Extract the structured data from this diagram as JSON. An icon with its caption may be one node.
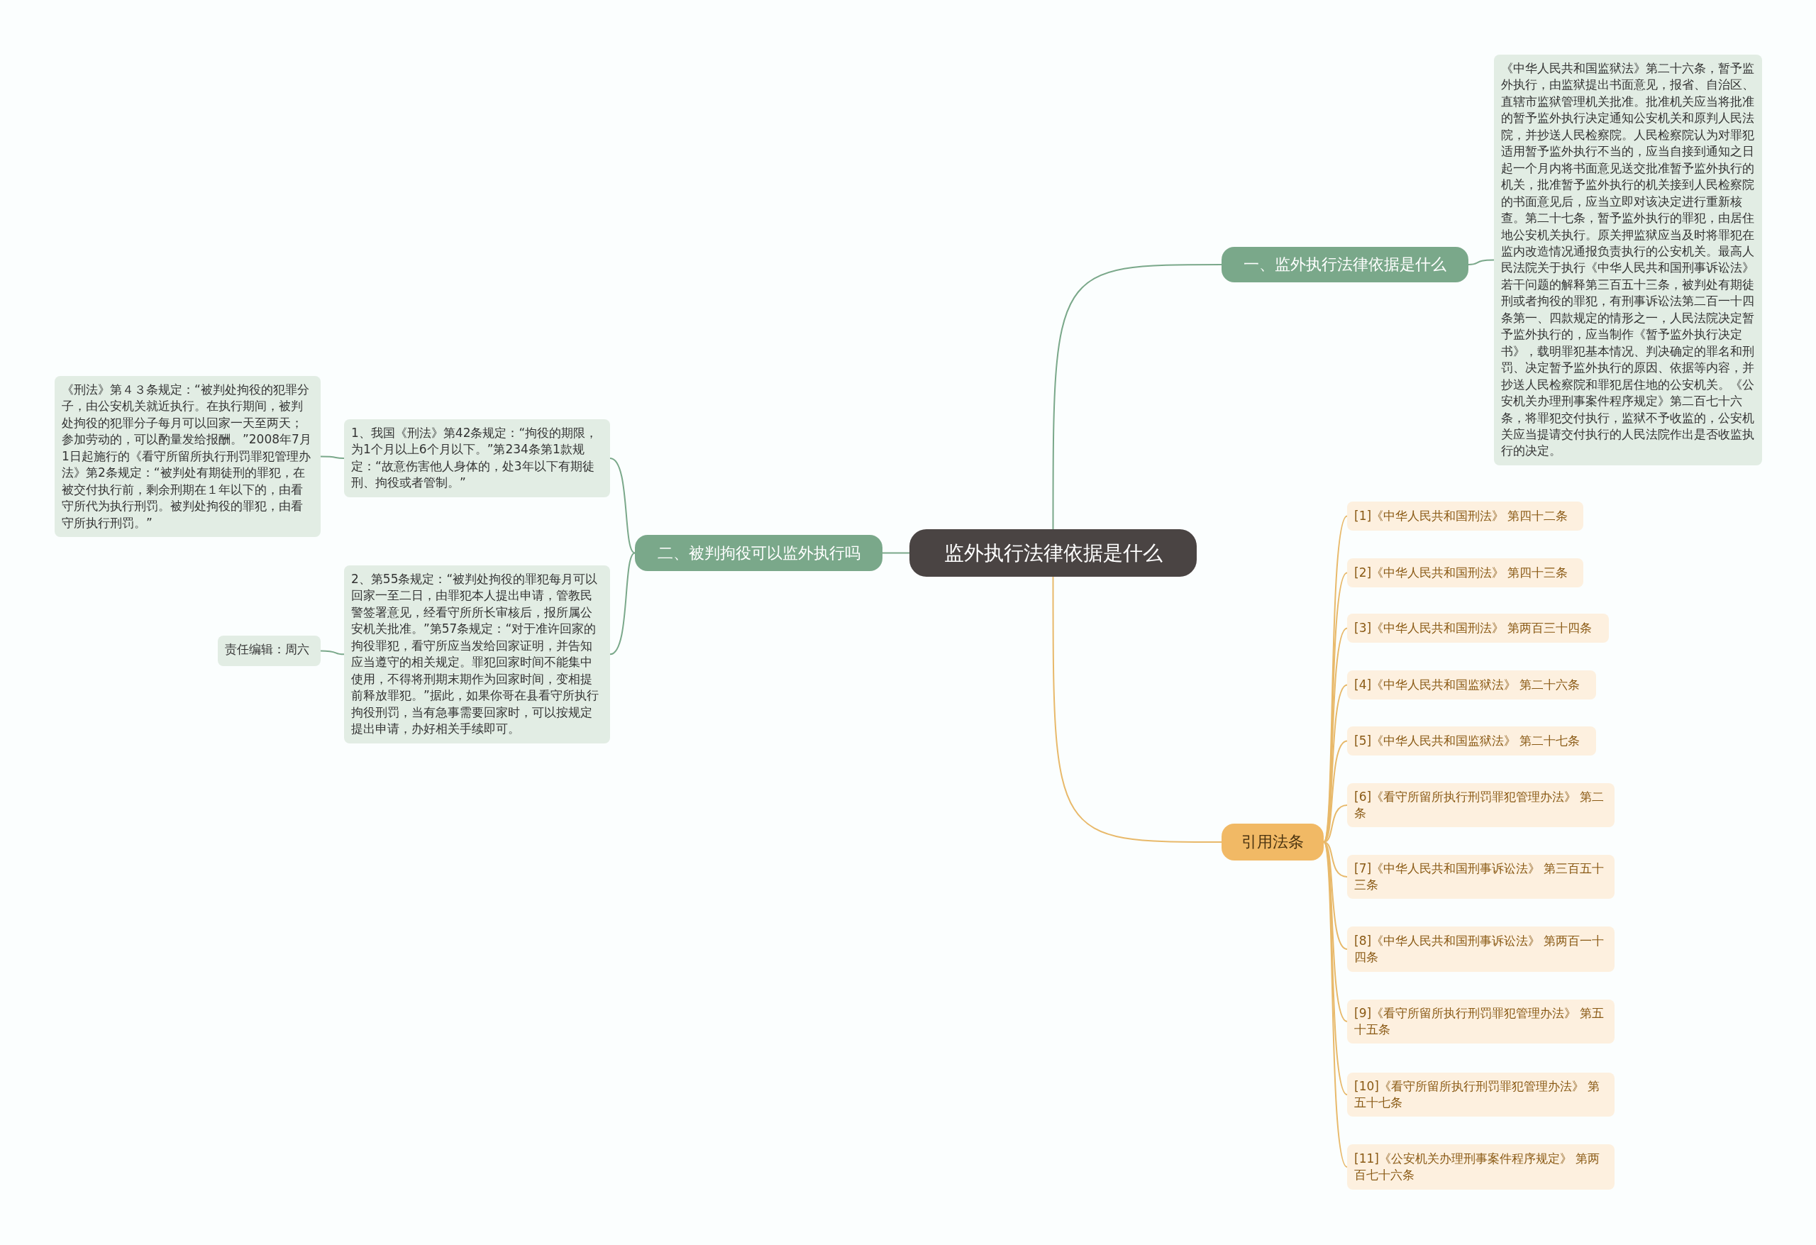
{
  "diagram": {
    "nodes": [
      {
        "text": [
          "监外执行法律依据是什么"
        ]
      },
      {
        "text": [
          "一、监外执行法律依据是什么"
        ]
      },
      {
        "text": [
          "《中华人民共和国监狱法》第二十六条，暂予监外执行，由监狱提出书面意见，报省、自治区、直辖市监狱管理机关批准。批准机关应当将批准的暂予监外执行决定通知公安机关和原判人民法院，并抄送人民检察院。人民检察院认为对罪犯适用暂予监外执行不当的，应当自接到通知之日起一个月内将书面意见送交批准暂予监外执行的机关，批准暂予监外执行的机关接到人民检察院的书面意见后，应当立即对该决定进行重新核查。第二十七条，暂予监外执行的罪犯，由居住地公安机关执行。原关押监狱应当及时将罪犯在监内改造情况通报负责执行的公安机关。最高人民法院关于执行《中华人民共和国刑事诉讼法》若干问题的解释第三百五十三条，被判处有期徒刑或者拘役的罪犯，有刑事诉讼法第二百一十四条第一、四款规定的情形之一，人民法院决定暂予监外执行的，应当制作《暂予监外执行决定书》，载明罪犯基本情况、判决确定的罪名和刑罚、决定暂予监外执行的原因、依据等内容，并抄送人民检察院和罪犯居住地的公安机关。《公安机关办理刑事案件程序规定》第二百七十六条，将罪犯交付执行，监狱不予收监的，公安机关应当提请交付执行的人民法院作出是否收监执行的决定。"
        ]
      },
      {
        "text": [
          "二、被判拘役可以监外执行吗"
        ]
      },
      {
        "text": [
          "1、我国《刑法》第42条规定：“拘役的期限，为1个月以上6个月以下。”第234条第1款规定：“故意伤害他人身体的，处3年以下有期徒刑、拘役或者管制。”"
        ]
      },
      {
        "text": [
          "《刑法》第４３条规定：“被判处拘役的犯罪分子，由公安机关就近执行。在执行期间，被判处拘役的犯罪分子每月可以回家一天至两天；参加劳动的，可以酌量发给报酬。”2008年7月1日起施行的《看守所留所执行刑罚罪犯管理办法》第2条规定：“被判处有期徒刑的罪犯，在被交付执行前，剩余刑期在１年以下的，由看守所代为执行刑罚。被判处拘役的罪犯，由看守所执行刑罚。”"
        ]
      },
      {
        "text": [
          "2、第55条规定：“被判处拘役的罪犯每月可以回家一至二日，由罪犯本人提出申请，管教民警签署意见，经看守所所长审核后，报所属公安机关批准。”第57条规定：“对于准许回家的拘役罪犯，看守所应当发给回家证明，并告知应当遵守的相关规定。罪犯回家时间不能集中使用，不得将刑期末期作为回家时间，变相提前释放罪犯。”据此，如果你哥在县看守所执行拘役刑罚，当有急事需要回家时，可以按规定提出申请，办好相关手续即可。"
        ]
      },
      {
        "text": [
          "责任编辑：周六"
        ]
      },
      {
        "text": [
          "引用法条"
        ]
      },
      {
        "text": [
          "[1]《中华人民共和国刑法》 第四十二条"
        ]
      },
      {
        "text": [
          "[2]《中华人民共和国刑法》 第四十三条"
        ]
      },
      {
        "text": [
          "[3]《中华人民共和国刑法》 第两百三十四条"
        ]
      },
      {
        "text": [
          "[4]《中华人民共和国监狱法》 第二十六条"
        ]
      },
      {
        "text": [
          "[5]《中华人民共和国监狱法》 第二十七条"
        ]
      },
      {
        "text": [
          "[6]《看守所留所执行刑罚罪犯管理办法》 第二条"
        ]
      },
      {
        "text": [
          "[7]《中华人民共和国刑事诉讼法》 第三百五十三条"
        ]
      },
      {
        "text": [
          "[8]《中华人民共和国刑事诉讼法》 第两百一十四条"
        ]
      },
      {
        "text": [
          "[9]《看守所留所执行刑罚罪犯管理办法》 第五十五条"
        ]
      },
      {
        "text": [
          "[10]《看守所留所执行刑罚罪犯管理办法》 第五十七条"
        ]
      },
      {
        "text": [
          "[11]《公安机关办理刑事案件程序规定》 第两百七十六条"
        ]
      }
    ],
    "edges": [
      {
        "from": 0,
        "to": 1,
        "arrow": "none",
        "color": "#7aa88a"
      },
      {
        "from": 1,
        "to": 2,
        "arrow": "none",
        "color": "#7aa88a"
      },
      {
        "from": 0,
        "to": 3,
        "arrow": "none",
        "color": "#7aa88a"
      },
      {
        "from": 3,
        "to": 4,
        "arrow": "none",
        "color": "#7aa88a"
      },
      {
        "from": 4,
        "to": 5,
        "arrow": "none",
        "color": "#7aa88a"
      },
      {
        "from": 3,
        "to": 6,
        "arrow": "none",
        "color": "#7aa88a"
      },
      {
        "from": 6,
        "to": 7,
        "arrow": "none",
        "color": "#7aa88a"
      },
      {
        "from": 0,
        "to": 8,
        "arrow": "none"
      },
      {
        "from": 8,
        "to": 9,
        "arrow": "none"
      },
      {
        "from": 8,
        "to": 10,
        "arrow": "none"
      },
      {
        "from": 8,
        "to": 11,
        "arrow": "none"
      },
      {
        "from": 8,
        "to": 12,
        "arrow": "none"
      },
      {
        "from": 8,
        "to": 13,
        "arrow": "none"
      },
      {
        "from": 8,
        "to": 14,
        "arrow": "none"
      },
      {
        "from": 8,
        "to": 15,
        "arrow": "none"
      },
      {
        "from": 8,
        "to": 16,
        "arrow": "none"
      },
      {
        "from": 8,
        "to": 17,
        "arrow": "none"
      },
      {
        "from": 8,
        "to": 18,
        "arrow": "none"
      },
      {
        "from": 8,
        "to": 19,
        "arrow": "none"
      }
    ]
  }
}
